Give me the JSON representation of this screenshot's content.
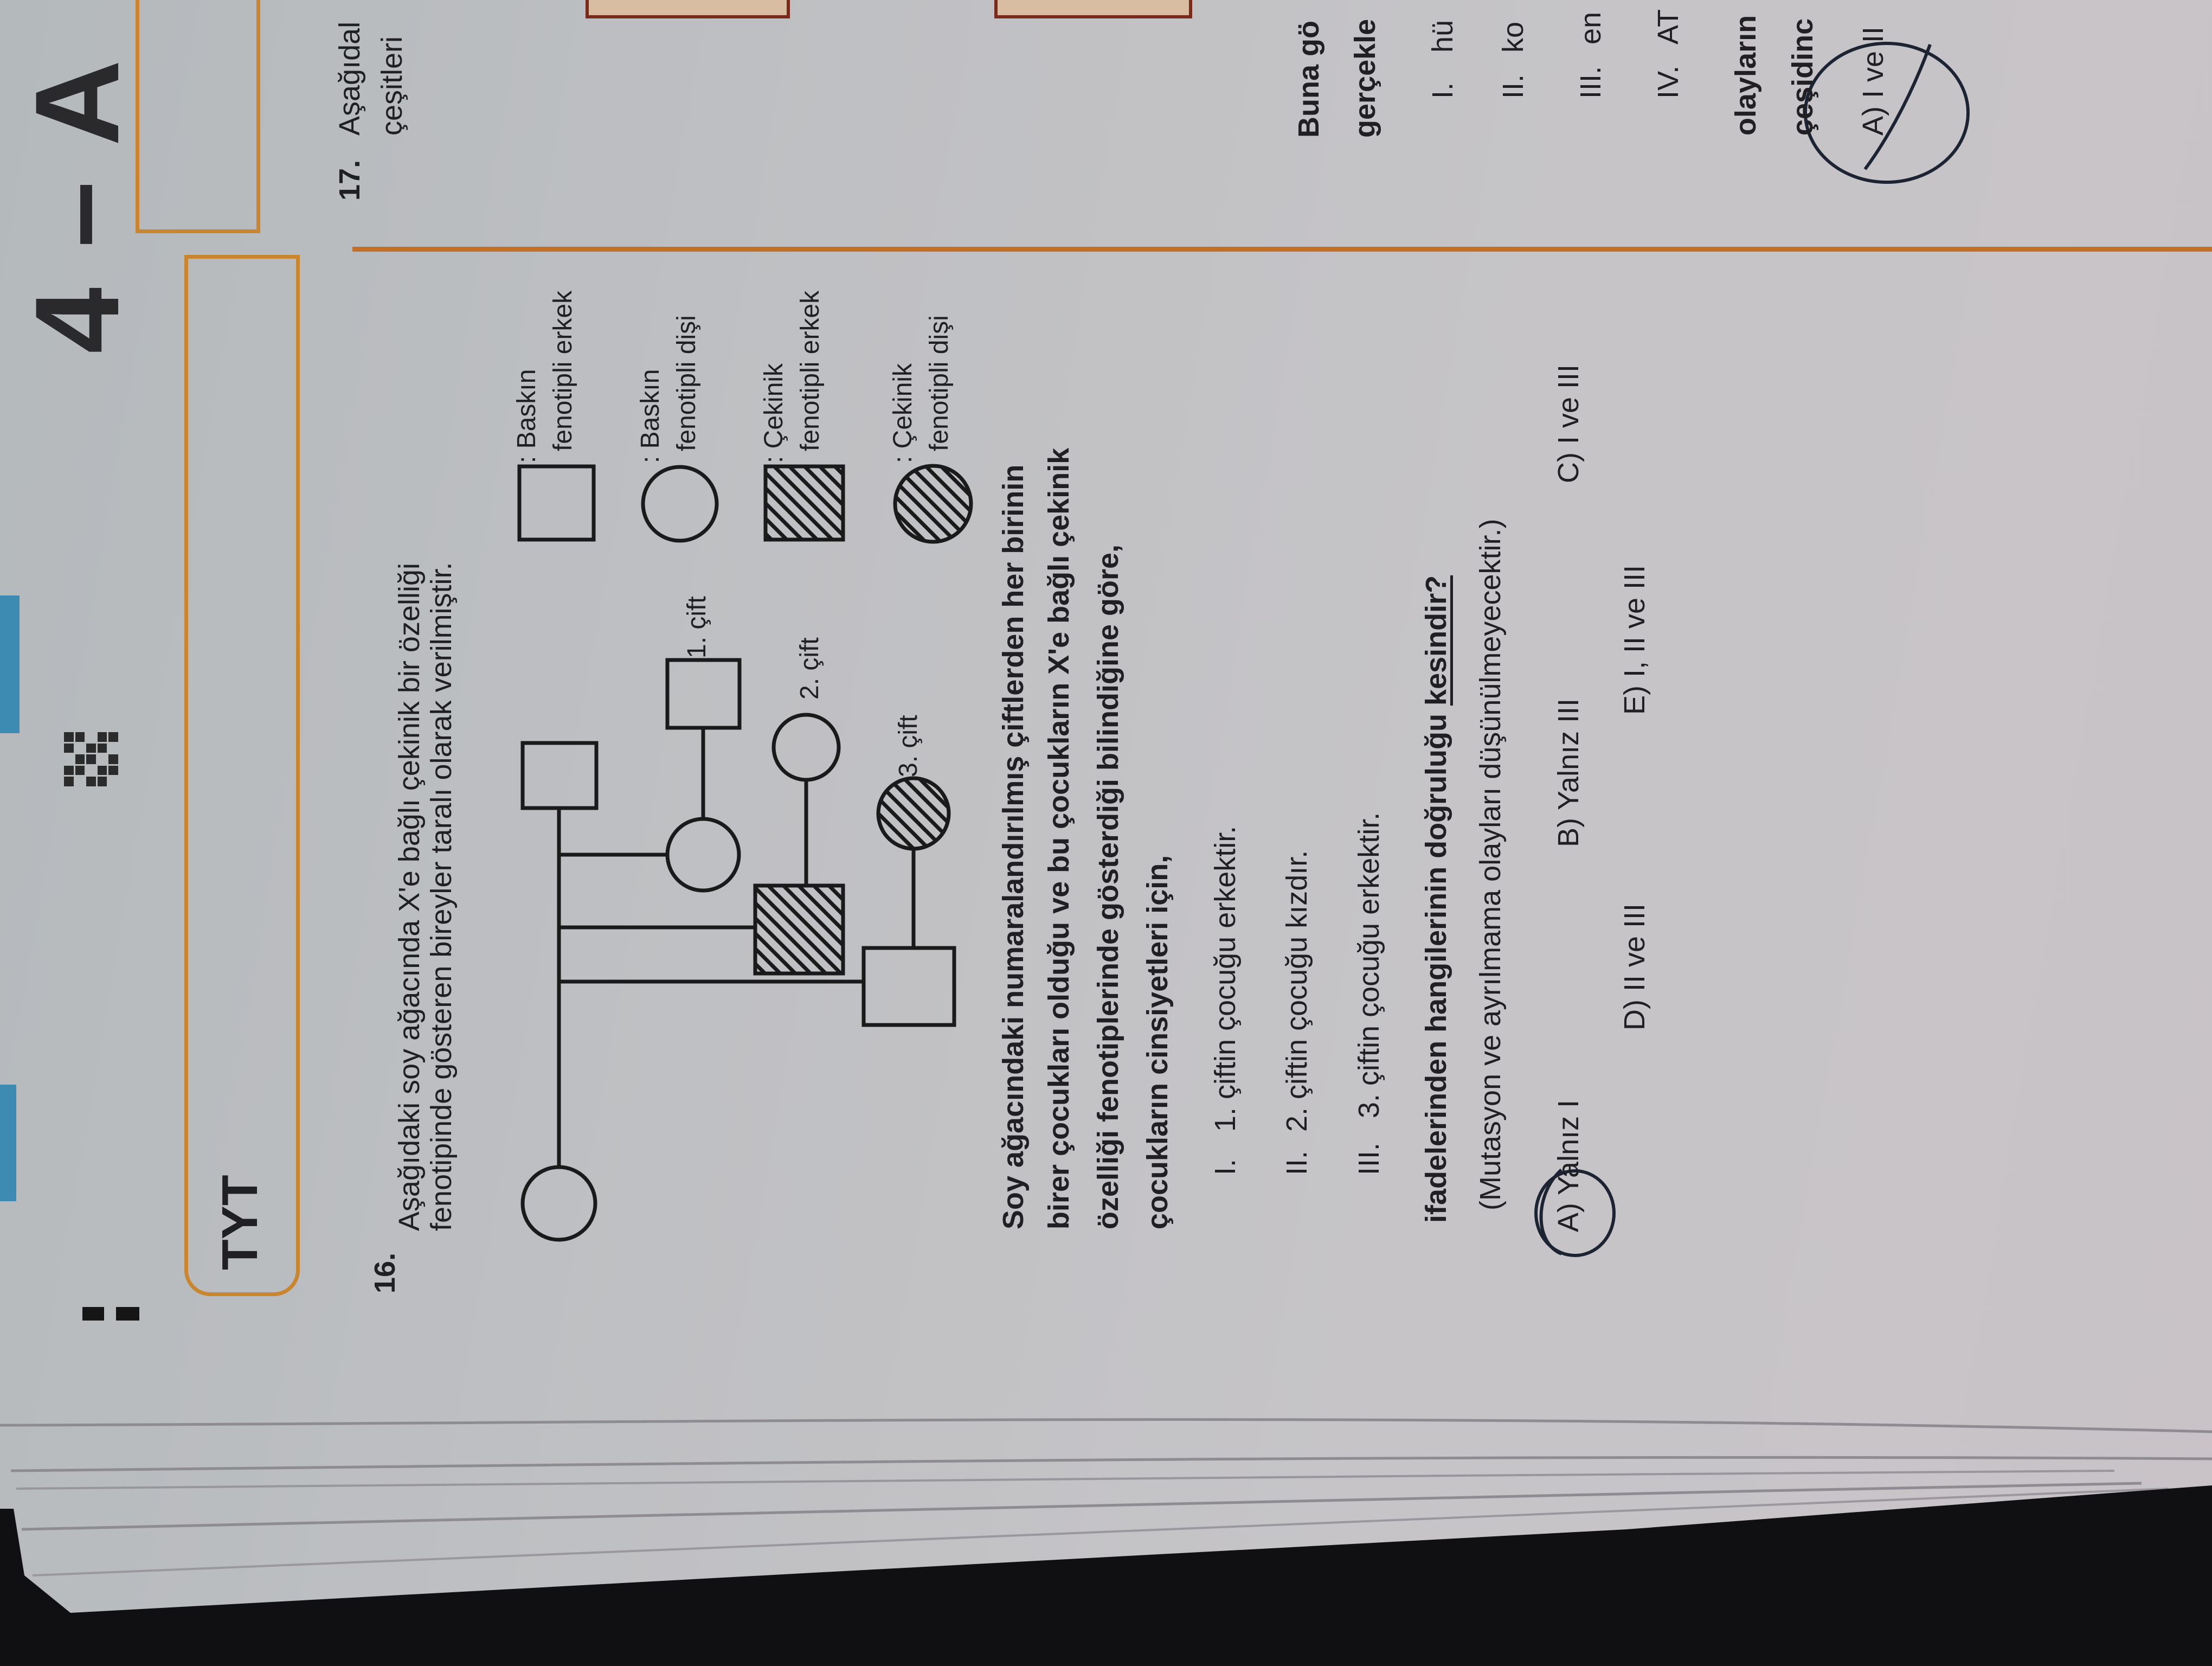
{
  "header": {
    "exam_label": "TYT",
    "booklet": "4 – A"
  },
  "q16": {
    "number": "16.",
    "intro_lines": [
      "Aşağıdaki soy ağacında X'e bağlı çekinik bir özelliği",
      "fenotipinde gösteren bireyler taralı olarak verilmiştir."
    ],
    "legend": [
      {
        "title": ": Baskın",
        "desc": "fenotipli erkek"
      },
      {
        "title": ": Baskın",
        "desc": "fenotipli dişi"
      },
      {
        "title": ": Çekinik",
        "desc": "fenotipli erkek"
      },
      {
        "title": ": Çekinik",
        "desc": "fenotipli dişi"
      }
    ],
    "pedigree_labels": [
      "1. çift",
      "2. çift",
      "3. çift"
    ],
    "paragraph_lines": [
      "Soy ağacındaki numaralandırılmış çiftlerden her birinin",
      "birer çocukları olduğu ve bu çocukların X'e bağlı çekinik",
      "özelliği fenotiplerinde gösterdiği bilindiğine göre,",
      "çocukların cinsiyetleri için,"
    ],
    "statements": [
      {
        "numeral": "I.",
        "text": "1. çiftin çocuğu erkektir."
      },
      {
        "numeral": "II.",
        "text": "2. çiftin çocuğu kızdır."
      },
      {
        "numeral": "III.",
        "text": "3. çiftin çocuğu erkektir."
      }
    ],
    "question": "ifadelerinden hangilerinin doğruluğu ",
    "question_emphasis": "kesindir?",
    "note": "(Mutasyon ve ayrılmama olayları düşünülmeyecektir.)",
    "options": [
      {
        "letter": "A)",
        "text": "Yalnız I"
      },
      {
        "letter": "B)",
        "text": "Yalnız III"
      },
      {
        "letter": "C)",
        "text": "I ve III"
      },
      {
        "letter": "D)",
        "text": "II ve III"
      },
      {
        "letter": "E)",
        "text": "I, II ve III"
      }
    ],
    "circled_option": "A"
  },
  "q17": {
    "number": "17.",
    "intro_lines": [
      "Aşağıdal",
      "çeşitleri"
    ],
    "lead_lines": [
      "Buna gö",
      "gerçekle"
    ],
    "statements": [
      {
        "numeral": "I.",
        "text": "hü"
      },
      {
        "numeral": "II.",
        "text": "ko"
      },
      {
        "numeral": "III.",
        "text": "en"
      },
      {
        "numeral": "IV.",
        "text": "AT"
      }
    ],
    "tail_lines": [
      "olayların",
      "çeşidinc"
    ],
    "option": "A) I ve II",
    "circled_option": "A"
  },
  "colors": {
    "accent_orange": "#c9862f",
    "ink": "#1f1f24",
    "pen": "#1c2433"
  }
}
